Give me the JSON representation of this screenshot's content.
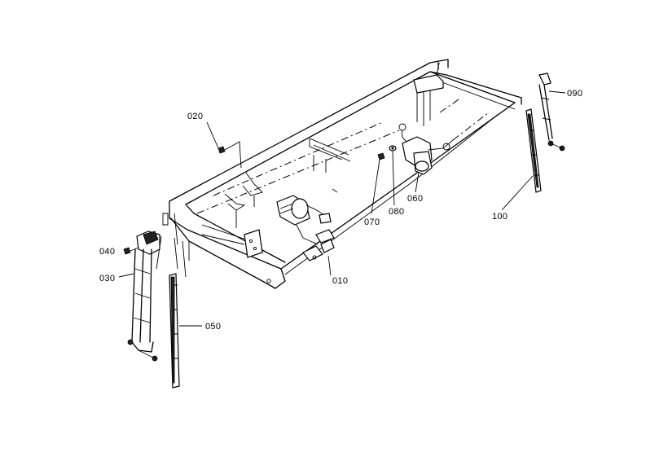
{
  "callouts": {
    "c010": "010",
    "c020": "020",
    "c030": "030",
    "c040": "040",
    "c050": "050",
    "c060": "060",
    "c070": "070",
    "c080": "080",
    "c090": "090",
    "c100": "100"
  }
}
